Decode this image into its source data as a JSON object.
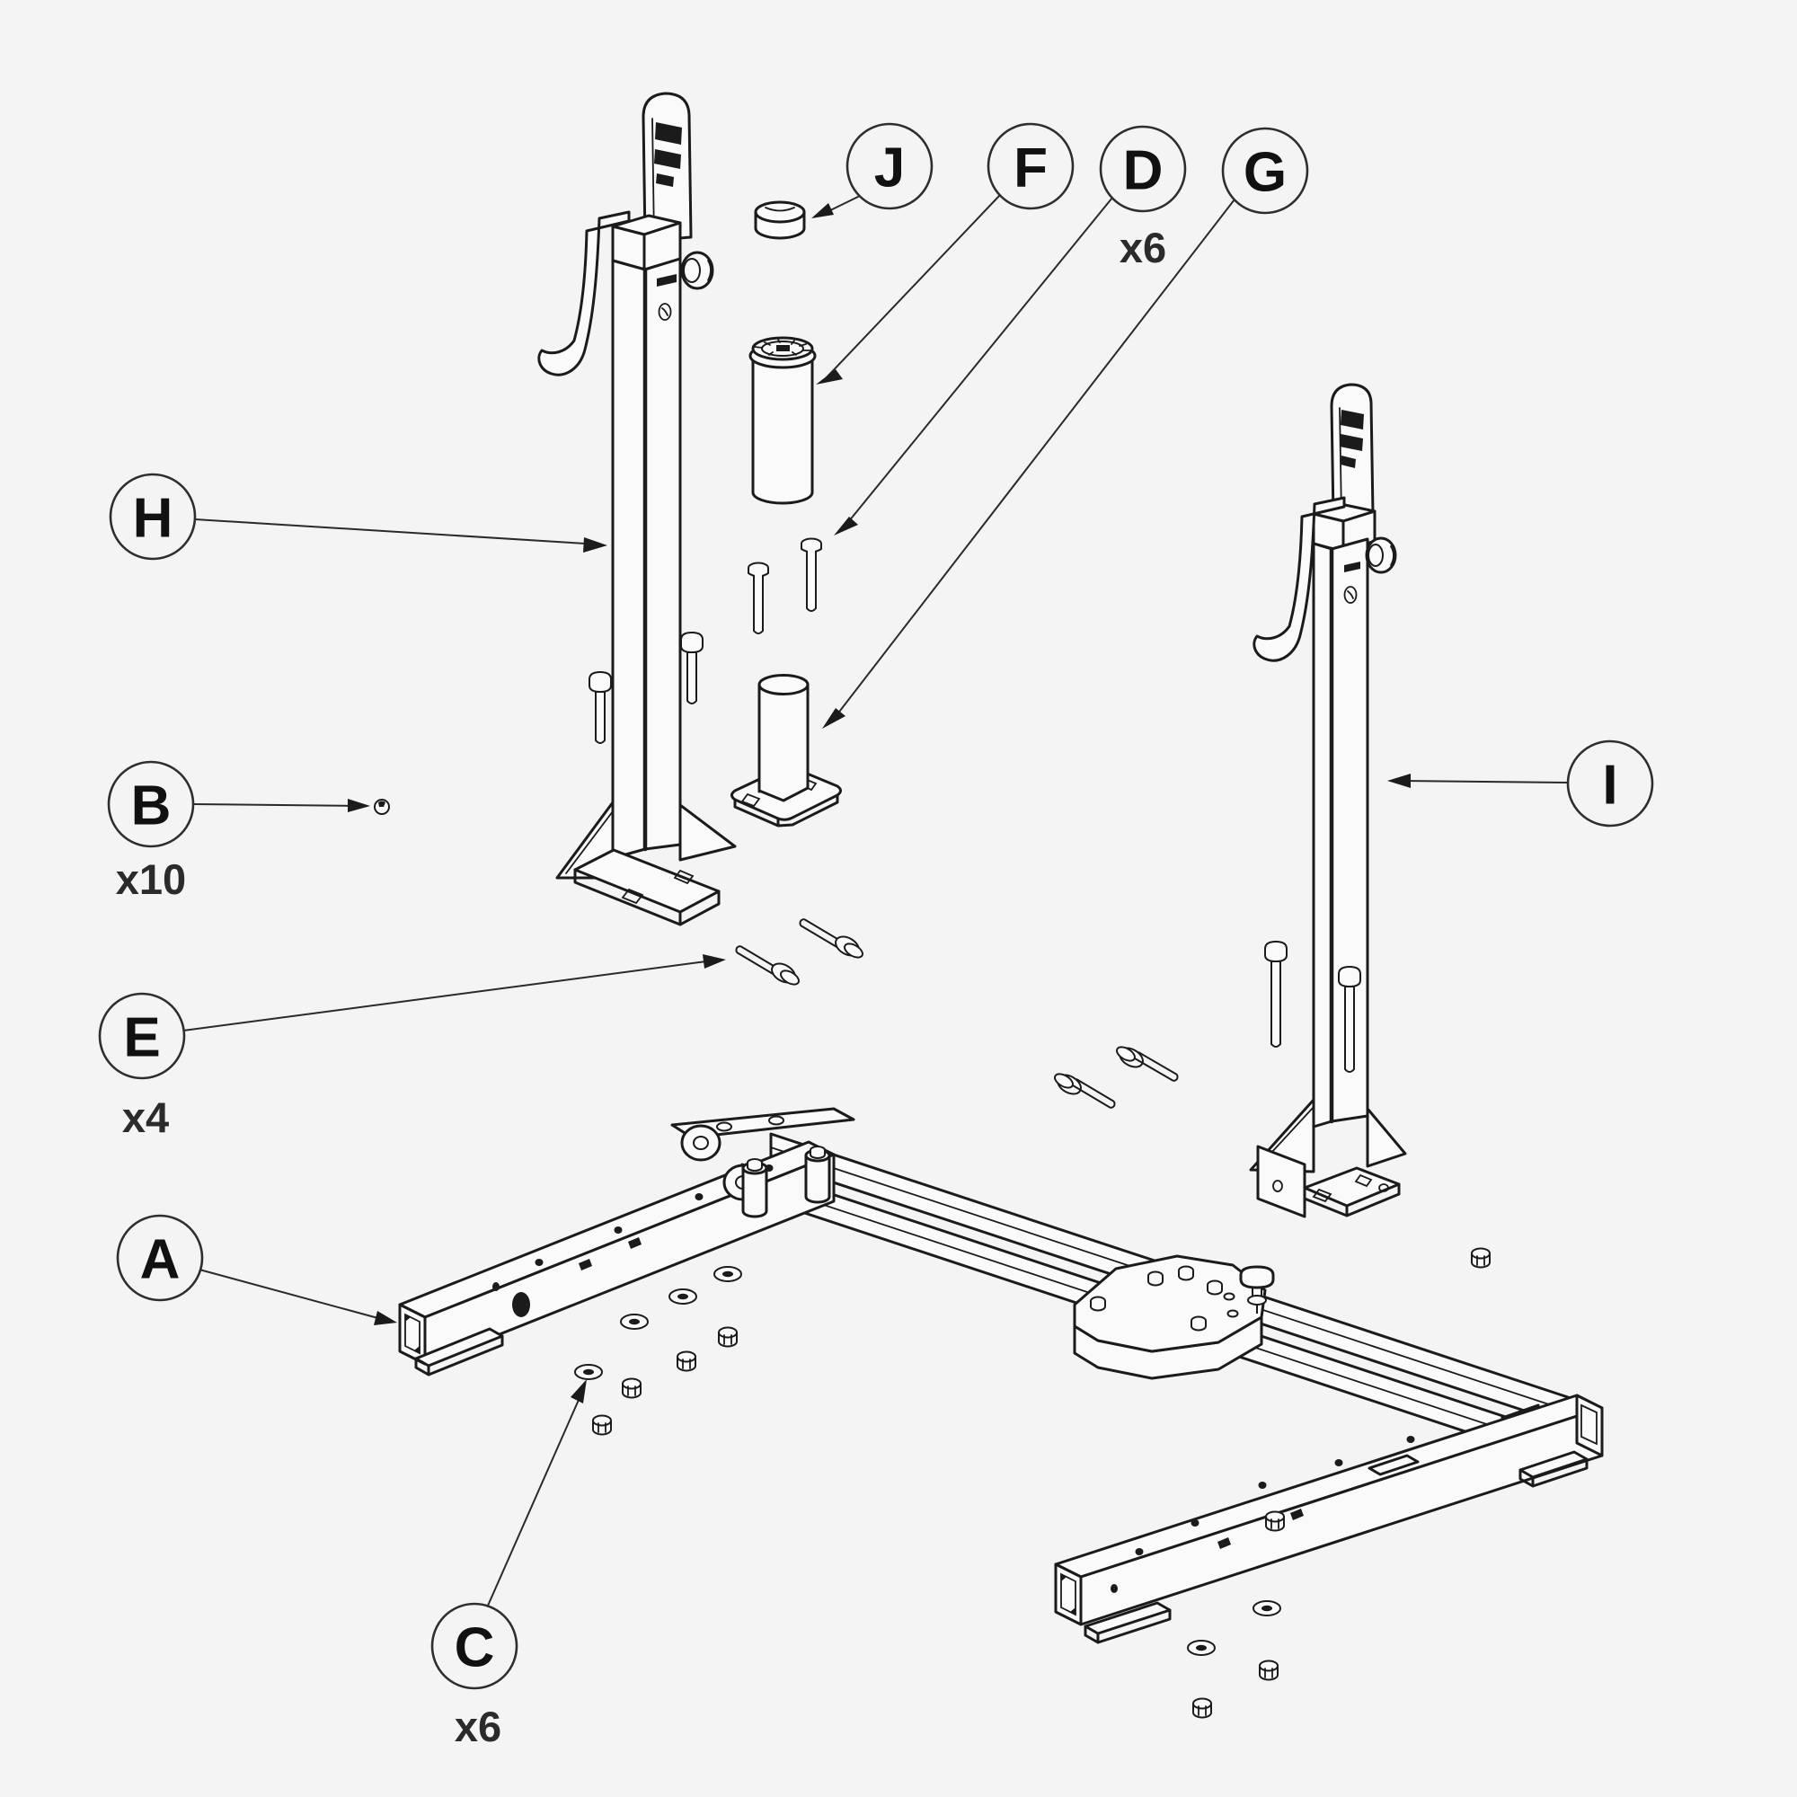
{
  "diagram": {
    "type": "exploded-assembly-parts-diagram",
    "background_color": "#f4f4f4",
    "line_color": "#1b1b1b"
  },
  "callouts": {
    "a": {
      "letter": "A",
      "qty": ""
    },
    "b": {
      "letter": "B",
      "qty": "x10"
    },
    "c": {
      "letter": "C",
      "qty": "x6"
    },
    "d": {
      "letter": "D",
      "qty": "x6"
    },
    "e": {
      "letter": "E",
      "qty": "x4"
    },
    "f": {
      "letter": "F",
      "qty": ""
    },
    "g": {
      "letter": "G",
      "qty": ""
    },
    "h": {
      "letter": "H",
      "qty": ""
    },
    "i": {
      "letter": "I",
      "qty": ""
    },
    "j": {
      "letter": "J",
      "qty": ""
    }
  },
  "parts": {
    "a": "base-frame",
    "b": "small-nut",
    "c": "washer",
    "d": "short-carriage-bolt",
    "e": "long-carriage-bolt",
    "f": "upper-spacer-sleeve",
    "g": "lower-sleeve-with-plate",
    "h": "upright-post-left",
    "i": "upright-post-right",
    "j": "end-cap"
  }
}
